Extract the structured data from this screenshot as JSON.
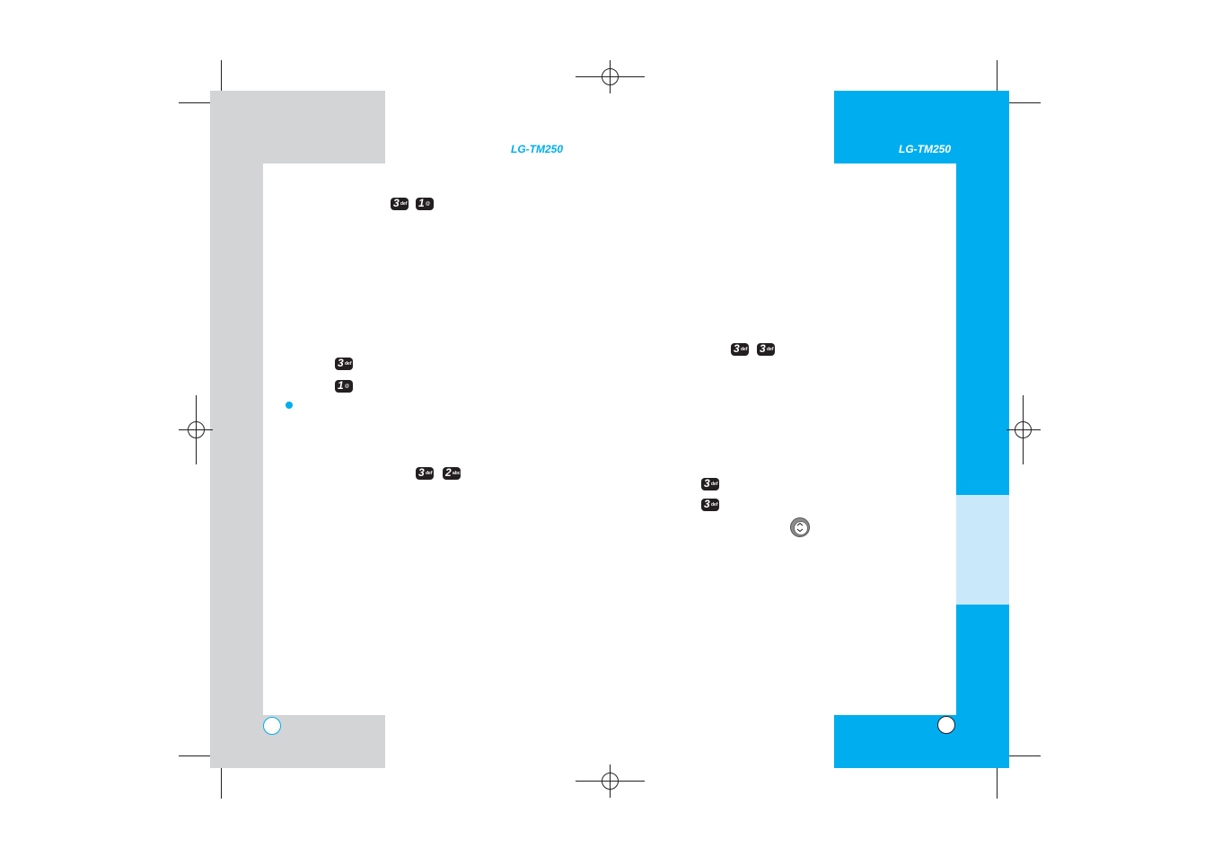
{
  "left_page": {
    "brand": "LG-TM250",
    "keys": [
      {
        "digit": "3",
        "sub": "def"
      },
      {
        "digit": "1",
        "sub": "@"
      },
      {
        "digit": "3",
        "sub": "def"
      },
      {
        "digit": "1",
        "sub": "@"
      },
      {
        "digit": "3",
        "sub": "def"
      },
      {
        "digit": "2",
        "sub": "abc"
      }
    ],
    "bullet_color": "#00aeef",
    "page_circle_color": "#00aeef"
  },
  "right_page": {
    "brand": "LG-TM250",
    "keys": [
      {
        "digit": "3",
        "sub": "def"
      },
      {
        "digit": "3",
        "sub": "def"
      },
      {
        "digit": "3",
        "sub": "def"
      },
      {
        "digit": "3",
        "sub": "def"
      }
    ],
    "nav_key_icon": "navigation-key-icon",
    "page_circle_color": "#231f20"
  },
  "colors": {
    "gray_tab": "#d3d4d6",
    "blue_tab": "#00aeef",
    "light_blue_section": "#c9e9fb",
    "brand_text": "#00aeef",
    "brand_text_right": "#ffffff"
  }
}
